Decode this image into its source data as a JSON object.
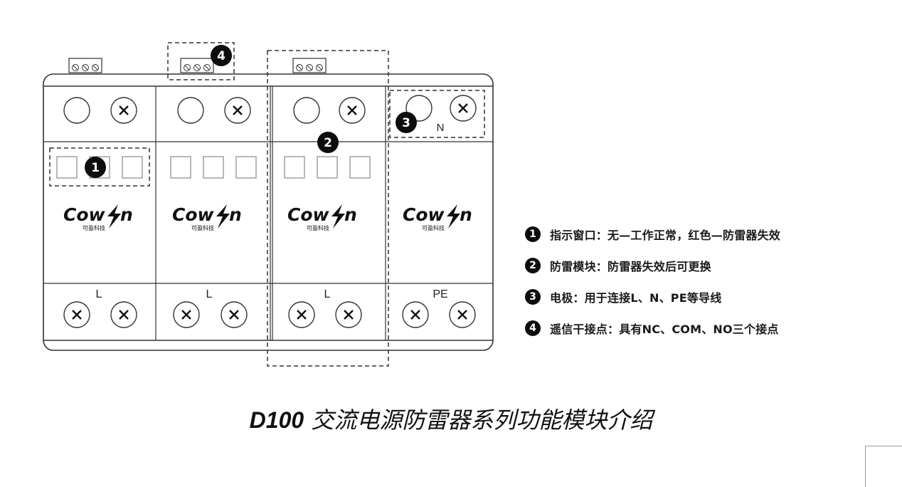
{
  "modules": [
    {
      "logo_text": "Cow",
      "logo_tail": "n",
      "logo_sub": "可盈科技",
      "pole_label": "L",
      "top_label": ""
    },
    {
      "logo_text": "Cow",
      "logo_tail": "n",
      "logo_sub": "可盈科技",
      "pole_label": "L",
      "top_label": ""
    },
    {
      "logo_text": "Cow",
      "logo_tail": "n",
      "logo_sub": "可盈科技",
      "pole_label": "L",
      "top_label": ""
    },
    {
      "logo_text": "Cow",
      "logo_tail": "n",
      "logo_sub": "可盈科技",
      "pole_label": "PE",
      "top_label": "N"
    }
  ],
  "callouts": {
    "c1": "1",
    "c2": "2",
    "c3": "3",
    "c4": "4"
  },
  "legend": [
    {
      "num": "1",
      "text": "指示窗口：无—工作正常，红色—防雷器失效"
    },
    {
      "num": "2",
      "text": "防雷模块：防雷器失效后可更换"
    },
    {
      "num": "3",
      "text": "电极：用于连接L、N、PE等导线"
    },
    {
      "num": "4",
      "text": "遥信干接点：具有NC、COM、NO三个接点"
    }
  ],
  "caption": {
    "model": "D100",
    "title": "交流电源防雷器系列功能模块介绍"
  },
  "colors": {
    "line": "#333333",
    "badge": "#0d0d0d",
    "window": "#9a9a9a"
  }
}
